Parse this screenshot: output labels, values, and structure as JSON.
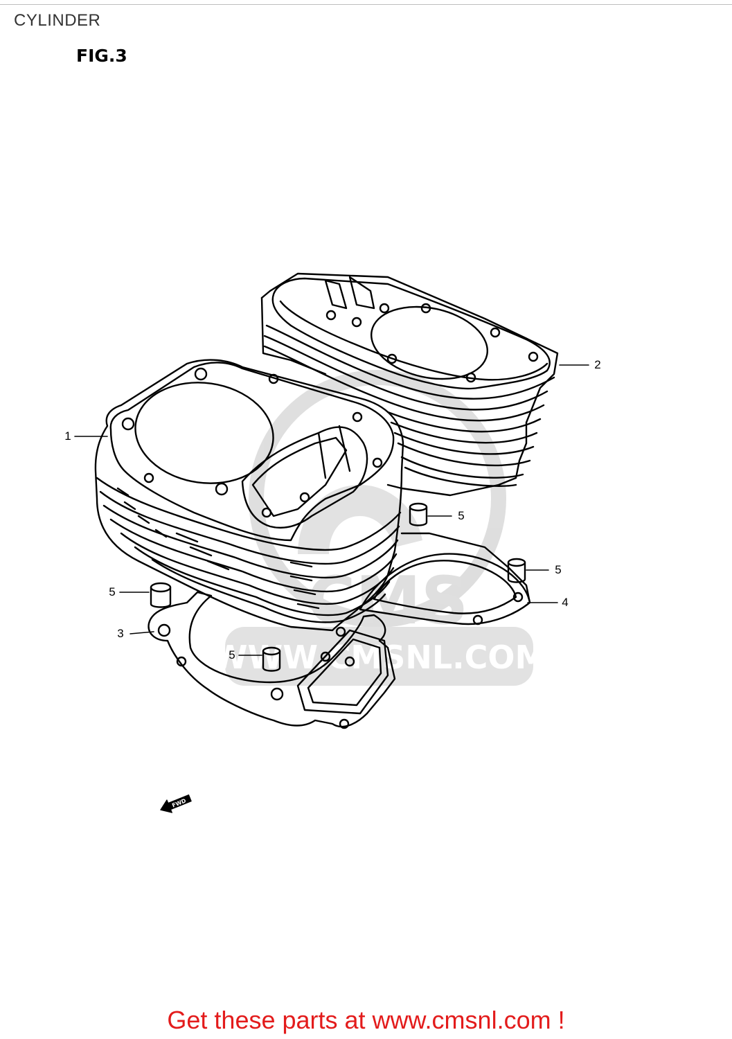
{
  "header": {
    "title": "CYLINDER",
    "figure": "FIG.3"
  },
  "callouts": {
    "part1": "1",
    "part2": "2",
    "part3": "3",
    "part4": "4",
    "part5a": "5",
    "part5b": "5",
    "part5c": "5",
    "part5d": "5"
  },
  "arrow": {
    "label": "FWD"
  },
  "watermark": {
    "text": "WWW.CMSNL.COM"
  },
  "footer": {
    "link_text": "Get these parts at www.cmsnl.com !"
  },
  "colors": {
    "footer": "#e31b1b",
    "line": "#000000",
    "watermark": "#bfbfbf"
  }
}
